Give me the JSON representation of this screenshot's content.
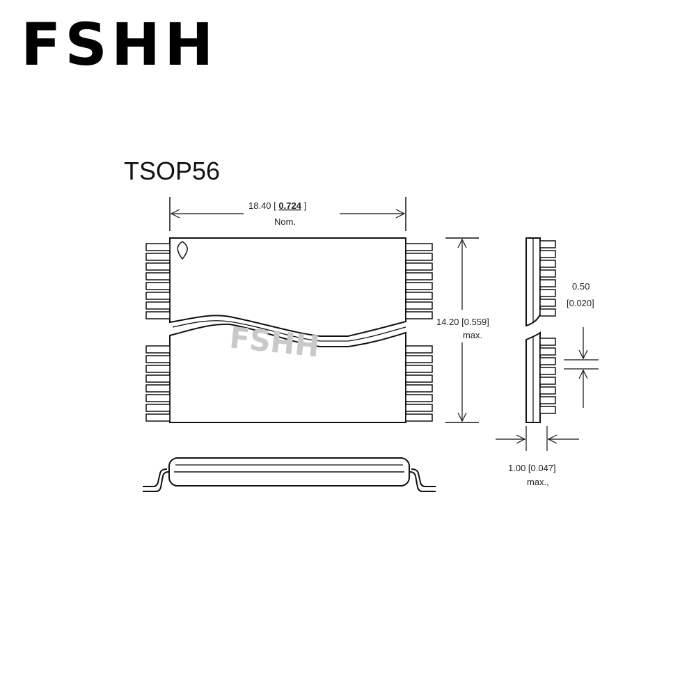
{
  "brand": "FSHH",
  "package_name": "TSOP56",
  "watermark": "FSHH",
  "dimensions": {
    "length_mm": "18.40 [",
    "length_in": "0.724",
    "length_close": "]",
    "length_note": "Nom.",
    "width_value": "14.20 [0.559]",
    "width_note": "max.",
    "pitch_mm": "0.50",
    "pitch_in": "[0.020]",
    "thickness_value": "1.00 [0.047]",
    "thickness_note": "max.,"
  }
}
